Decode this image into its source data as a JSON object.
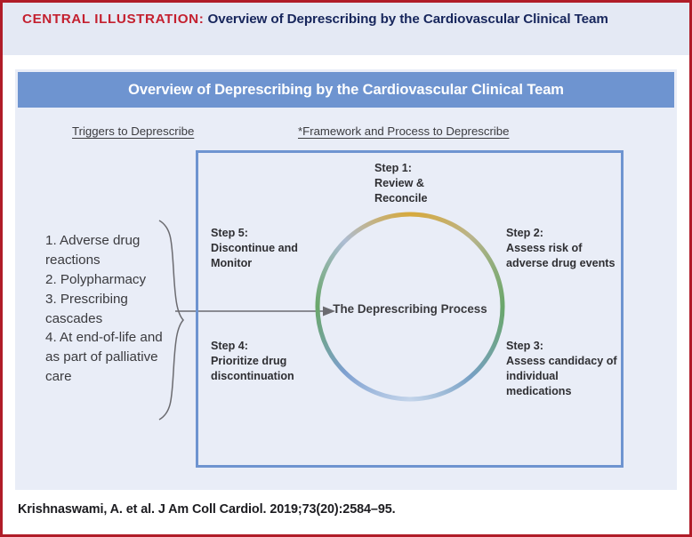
{
  "header": {
    "kicker": "CENTRAL ILLUSTRATION:",
    "title": " Overview of Deprescribing by the Cardiovascular Clinical Team"
  },
  "title_bar": {
    "text": "Overview of Deprescribing by the Cardiovascular Clinical Team"
  },
  "sections": {
    "triggers_label": "Triggers to Deprescribe",
    "framework_label": "*Framework and Process to Deprescribe"
  },
  "triggers": {
    "items": [
      "1. Adverse drug reactions",
      "2. Polypharmacy",
      "3. Prescribing cascades",
      "4. At end-of-life and as part of palliative care"
    ],
    "text": "1. Adverse drug reactions 2. Polypharmacy 3. Prescribing cascades 4. At end-of-life and as part of palliative care"
  },
  "process": {
    "center_label": "The Deprescribing Process",
    "steps": [
      {
        "id": "step-1",
        "heading": "Step 1:",
        "body": "Review & Reconcile",
        "text": "Step 1:\nReview &\nReconcile"
      },
      {
        "id": "step-2",
        "heading": "Step 2:",
        "body": "Assess risk of adverse drug events",
        "text": "Step 2:\nAssess risk of\nadverse drug\nevents"
      },
      {
        "id": "step-3",
        "heading": "Step 3:",
        "body": "Assess candidacy of individual medications",
        "text": "Step 3:\nAssess candidacy\nof individual\nmedications"
      },
      {
        "id": "step-4",
        "heading": "Step 4:",
        "body": "Prioritize drug discontinuation",
        "text": "Step 4:\nPrioritize drug\ndiscontinuation"
      },
      {
        "id": "step-5",
        "heading": "Step 5:",
        "body": "Discontinue and Monitor",
        "text": "Step 5:\nDiscontinue\nand Monitor"
      }
    ]
  },
  "citation": "Krishnaswami, A. et al. J Am Coll Cardiol. 2019;73(20):2584–95.",
  "colors": {
    "border_red": "#b01c28",
    "kicker_red": "#c4202f",
    "header_band": "#e4e9f4",
    "title_navy": "#17265c",
    "panel_bg": "#e9edf7",
    "banner_blue": "#6e94d0",
    "box_border_blue": "#6e94d0",
    "ring_gold": "#d7a93c",
    "ring_gray_blue": "#aab8cd",
    "ring_green": "#6aa76b",
    "ring_blue": "#7d9fd0",
    "ring_light_blue": "#c3d4ea",
    "text_dark": "#3a3a3e",
    "arrow_gray": "#6b6b70"
  }
}
